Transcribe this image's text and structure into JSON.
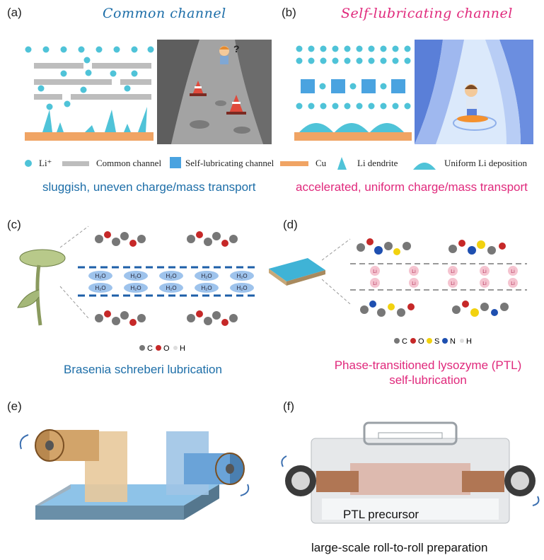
{
  "panels": {
    "a": {
      "label": "(a)",
      "title": "Common channel",
      "caption": "sluggish, uneven charge/mass transport"
    },
    "b": {
      "label": "(b)",
      "title": "Self-lubricating channel",
      "caption": "accelerated, uniform charge/mass transport"
    },
    "c": {
      "label": "(c)",
      "caption": "Brasenia schreberi  lubrication",
      "water": "H₂O"
    },
    "d": {
      "label": "(d)",
      "caption_line1": "Phase-transitioned lysozyme (PTL)",
      "caption_line2": "self-lubrication",
      "li": "Li"
    },
    "e": {
      "label": "(e)"
    },
    "f": {
      "label": "(f)",
      "precursor": "PTL precursor",
      "caption": "large-scale roll-to-roll preparation"
    }
  },
  "legend": {
    "li": "Li⁺",
    "common": "Common channel",
    "self": "Self-lubricating channel",
    "cu": "Cu",
    "dendrite": "Li dendrite",
    "uniform": "Uniform Li deposition"
  },
  "atoms_c": {
    "c": "C",
    "o": "O",
    "h": "H"
  },
  "atoms_d": {
    "c": "C",
    "o": "O",
    "s": "S",
    "n": "N",
    "h": "H"
  },
  "colors": {
    "blue_title": "#1d6ea8",
    "pink_title": "#e0297c",
    "li_ion": "#4fc3d8",
    "copper": "#f0a464",
    "channel_gray": "#bdbdbd",
    "self_channel": "#4aa3e0"
  }
}
